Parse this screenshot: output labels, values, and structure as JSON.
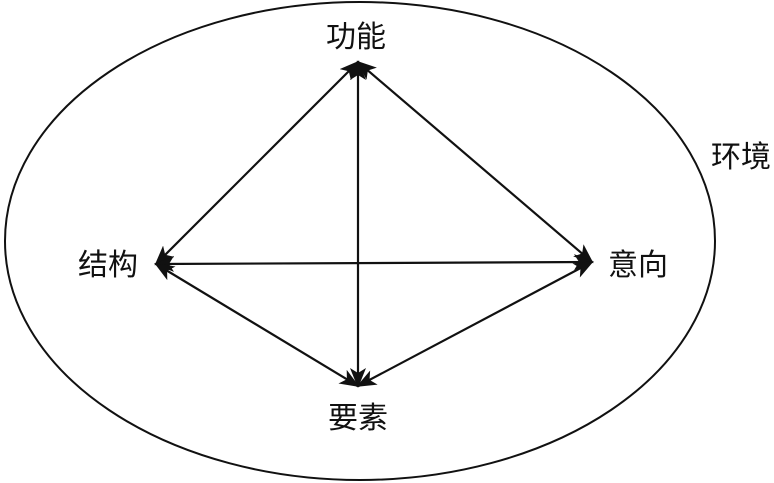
{
  "diagram": {
    "nodes": {
      "top": "功能",
      "left": "结构",
      "right": "意向",
      "bottom": "要素"
    },
    "environment_label": "环境",
    "edges": [
      {
        "from": "功能",
        "to": "结构",
        "bidirectional": true
      },
      {
        "from": "功能",
        "to": "意向",
        "bidirectional": true
      },
      {
        "from": "功能",
        "to": "要素",
        "bidirectional": true
      },
      {
        "from": "结构",
        "to": "意向",
        "bidirectional": true
      },
      {
        "from": "结构",
        "to": "要素",
        "bidirectional": true
      },
      {
        "from": "意向",
        "to": "要素",
        "bidirectional": true
      }
    ],
    "colors": {
      "stroke": "#111111",
      "background": "#ffffff"
    }
  }
}
